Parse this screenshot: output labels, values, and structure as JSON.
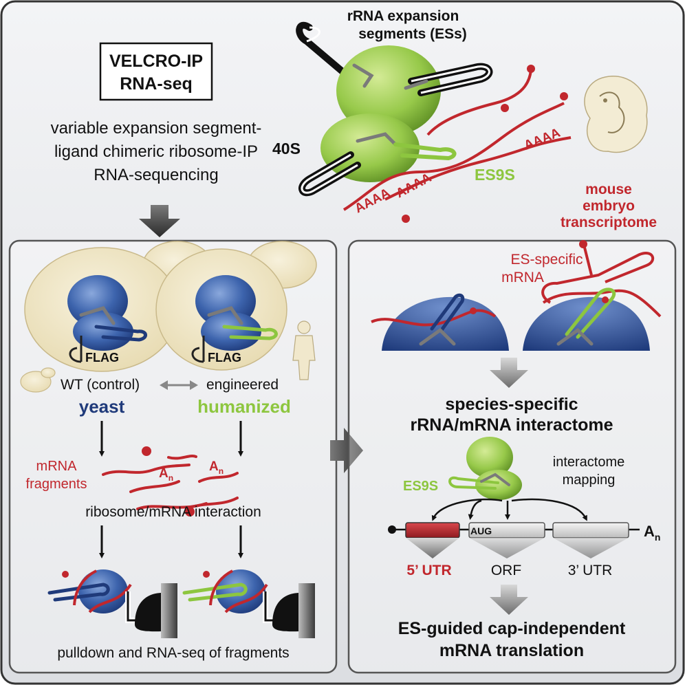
{
  "header": {
    "method_line1": "VELCRO-IP",
    "method_line2": "RNA-seq",
    "acronym_line1": "variable expansion segment-",
    "acronym_line2": "ligand chimeric ribosome-IP",
    "acronym_line3": "RNA-sequencing",
    "es_label_line1": "rRNA expansion",
    "es_label_line2": "segments (ESs)",
    "subunit_label": "40S",
    "es9s_label": "ES9S",
    "polya": "AAAA",
    "transcriptome_line1": "mouse",
    "transcriptome_line2": "embryo",
    "transcriptome_line3": "transcriptome"
  },
  "left_panel": {
    "flag": "FLAG",
    "wt_label": "WT (control)",
    "engineered_label": "engineered",
    "yeast_label": "yeast",
    "humanized_label": "humanized",
    "fragments_line1": "mRNA",
    "fragments_line2": "fragments",
    "an_base": "A",
    "an_sub": "n",
    "interaction_label": "ribosome/mRNA interaction",
    "pulldown_label": "pulldown and RNA-seq of fragments"
  },
  "right_panel": {
    "es_specific_line1": "ES-specific",
    "es_specific_line2": "mRNA",
    "interactome_line1": "species-specific",
    "interactome_line2": "rRNA/mRNA interactome",
    "es9s_label": "ES9S",
    "mapping_line1": "interactome",
    "mapping_line2": "mapping",
    "aug_label": "AUG",
    "an_base": "A",
    "an_sub": "n",
    "utr5_label": "5’ UTR",
    "orf_label": "ORF",
    "utr3_label": "3’ UTR",
    "conclusion_line1": "ES-guided cap-independent",
    "conclusion_line2": "mRNA translation"
  },
  "colors": {
    "green": "#8dc63f",
    "red": "#c1272d",
    "blue": "#2b4a8c",
    "yeast_label": "#1f3a7a",
    "humanized_label": "#8dc63f"
  }
}
